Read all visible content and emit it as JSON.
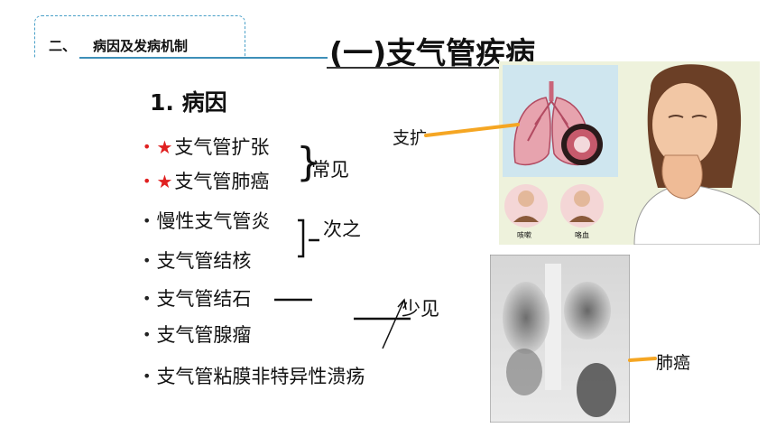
{
  "header": {
    "section_label": "二、",
    "section_title": "病因及发病机制",
    "main_title": "(一)支气管疾病"
  },
  "subheading": "1. 病因",
  "causes": [
    {
      "text": "支气管扩张",
      "starred": true
    },
    {
      "text": "支气管肺癌",
      "starred": true
    },
    {
      "text": "慢性支气管炎",
      "starred": false
    },
    {
      "text": "支气管结核",
      "starred": false
    },
    {
      "text": "支气管结石",
      "starred": false
    },
    {
      "text": "支气管腺瘤",
      "starred": false
    },
    {
      "text": "支气管粘膜非特异性溃疡",
      "starred": false
    }
  ],
  "groups": {
    "common": "常见",
    "secondary": "次之",
    "rare": "少见"
  },
  "image_labels": {
    "bronchiectasis": "支扩",
    "lung_cancer": "肺癌",
    "cough": "咳嗽",
    "hemoptysis": "咯血"
  },
  "colors": {
    "star": "#e02020",
    "pointer": "#f5a623",
    "accent_line": "#3e8fb8"
  }
}
